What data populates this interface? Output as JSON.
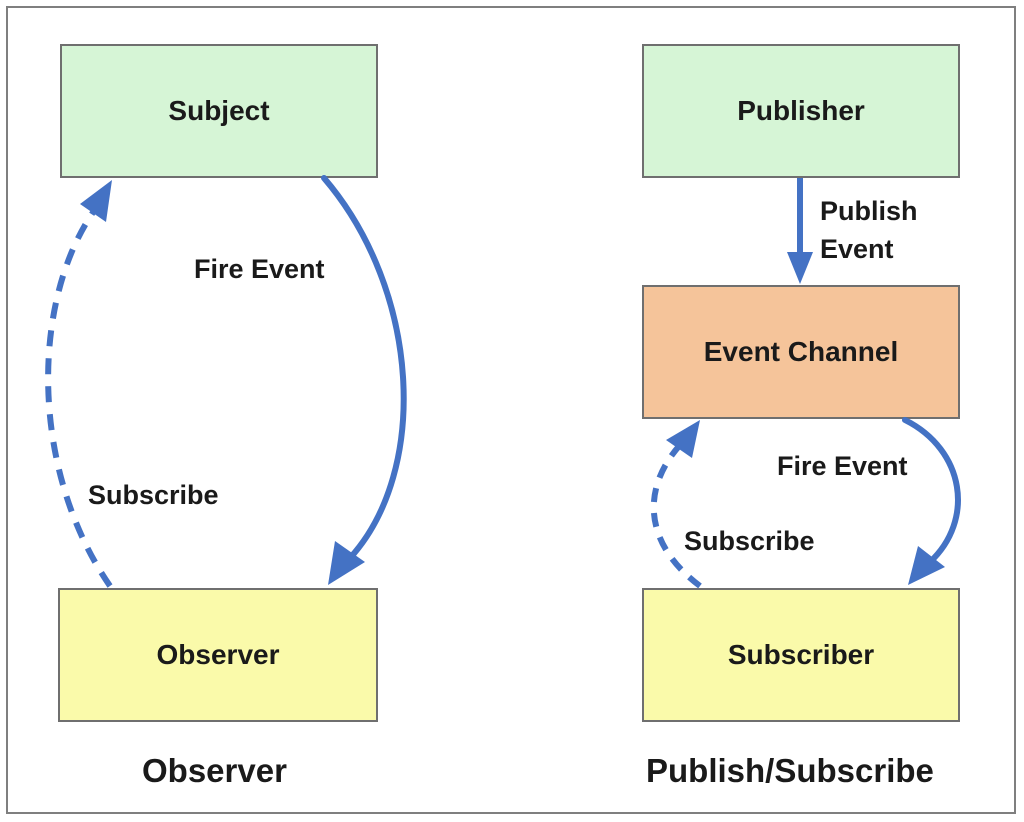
{
  "colors": {
    "arrow": "#4472c4",
    "green_box": "#d6f5d6",
    "yellow_box": "#fafaaa",
    "orange_box": "#f5c49a"
  },
  "observer": {
    "subject_label": "Subject",
    "observer_label": "Observer",
    "fire_event_label": "Fire Event",
    "subscribe_label": "Subscribe",
    "caption": "Observer"
  },
  "pubsub": {
    "publisher_label": "Publisher",
    "publish_event_label_line1": "Publish",
    "publish_event_label_line2": "Event",
    "event_channel_label": "Event Channel",
    "fire_event_label": "Fire Event",
    "subscribe_label": "Subscribe",
    "subscriber_label": "Subscriber",
    "caption": "Publish/Subscribe"
  }
}
